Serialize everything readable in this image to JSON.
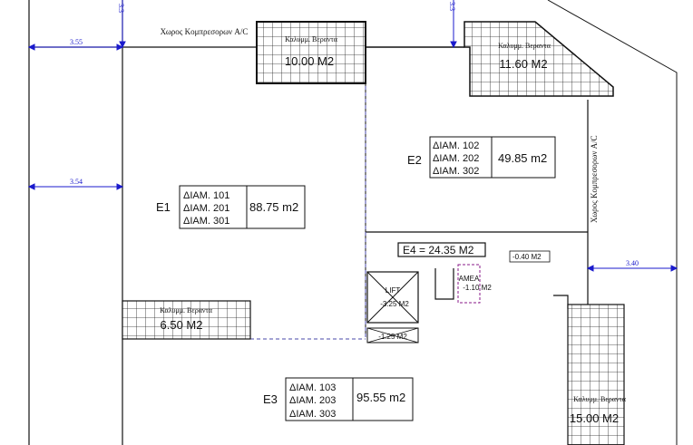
{
  "dimensions": {
    "d_top_left_vertical": "3.3",
    "d_top_mid_vertical": "3.3",
    "d_left_top": "3.55",
    "d_left_mid": "3.54",
    "d_right": "3.40"
  },
  "compressor_label_top": "Χωρος Κομπρεσορων A/C",
  "compressor_label_right": "Χωρος Κομπρεσορων A/C",
  "verandas": {
    "top_mid": {
      "label": "Καλυμμ. Βεραντα",
      "area": "10.00 M2"
    },
    "top_right": {
      "label": "Καλυμμ. Βεραντα",
      "area": "11.60 M2"
    },
    "left": {
      "label": "Καλυμμ. Βεραντα",
      "area": "6.50 M2"
    },
    "bottom_right": {
      "label": "Καλυμμ. Βεραντα",
      "area": "15.00 M2"
    }
  },
  "units": {
    "e1": {
      "name": "E1",
      "apartments": [
        "ΔΙΑΜ. 101",
        "ΔΙΑΜ. 201",
        "ΔΙΑΜ. 301"
      ],
      "area": "88.75 m2"
    },
    "e2": {
      "name": "E2",
      "apartments": [
        "ΔΙΑΜ. 102",
        "ΔΙΑΜ. 202",
        "ΔΙΑΜ. 302"
      ],
      "area": "49.85 m2"
    },
    "e3": {
      "name": "E3",
      "apartments": [
        "ΔΙΑΜ. 103",
        "ΔΙΑΜ. 203",
        "ΔΙΑΜ. 303"
      ],
      "area": "95.55 m2"
    }
  },
  "common": {
    "e4": "E4 = 24.35 M2",
    "small_area": "-0.40 M2",
    "lift_label": "LIFT",
    "lift_area": "-3.25 M2",
    "shaft_area": "-1.25 M2",
    "amea_label": "AMEA",
    "amea_area": "-1.10 M2"
  }
}
